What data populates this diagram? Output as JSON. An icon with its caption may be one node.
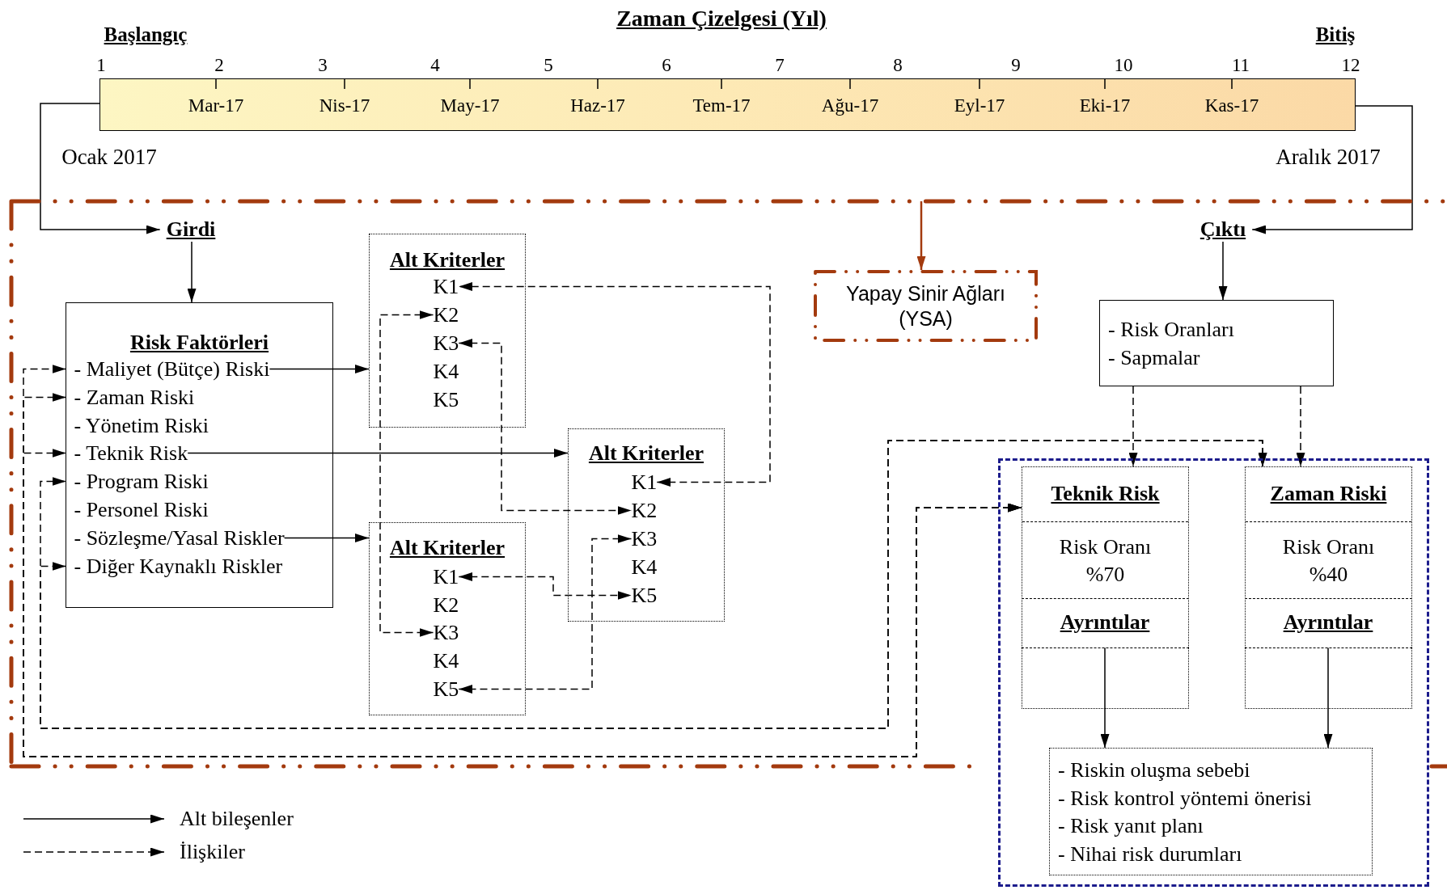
{
  "diagram": {
    "title": "Zaman Çizelgesi (Yıl)",
    "nodes": [
      {
        "text": [
          "Mar-17",
          "Nis-17",
          "May-17",
          "Haz-17",
          "Tem-17",
          "Ağu-17",
          "Eyl-17",
          "Eki-17",
          "Kas-17"
        ]
      },
      {
        "text": [],
        "shape": "box"
      },
      {
        "text": [
          "Girdi"
        ],
        "in": 1
      },
      {
        "text": [
          "Çıktı"
        ],
        "in": 1
      },
      {
        "text": [
          "Alt Kriterler"
        ],
        "in": 1
      },
      {
        "text": [
          "K1"
        ],
        "in": 4
      },
      {
        "text": [
          "K2"
        ],
        "in": 4
      },
      {
        "text": [
          "K3"
        ],
        "in": 4
      },
      {
        "text": [
          "K4"
        ],
        "in": 4
      },
      {
        "text": [
          "K5"
        ],
        "in": 4
      },
      {
        "text": [
          "Yapay Sinir Ağları (YSA)"
        ],
        "in": 1
      },
      {
        "text": [
          "Risk Faktörleri"
        ],
        "in": 1
      },
      {
        "text": [
          "- Maliyet (Bütçe) Riski"
        ],
        "in": 11
      },
      {
        "text": [
          "- Zaman Riski"
        ],
        "in": 11
      },
      {
        "text": [
          "- Yönetim Riski"
        ],
        "in": 11
      },
      {
        "text": [
          "- Teknik Risk"
        ],
        "in": 11
      },
      {
        "text": [
          "- Program Riski"
        ],
        "in": 11
      },
      {
        "text": [
          "- Personel Riski"
        ],
        "in": 11
      },
      {
        "text": [
          "- Sözleşme/Yasal Riskler"
        ],
        "in": 11
      },
      {
        "text": [
          "- Diğer Kaynaklı Riskler"
        ],
        "in": 11
      },
      {
        "text": [
          "- Risk Oranları",
          "- Sapmalar"
        ],
        "in": 1
      },
      {
        "text": [
          "Alt Kriterler"
        ],
        "in": 1
      },
      {
        "text": [
          "K1"
        ],
        "in": 21
      },
      {
        "text": [
          "K2"
        ],
        "in": 21
      },
      {
        "text": [
          "K3"
        ],
        "in": 21
      },
      {
        "text": [
          "K4"
        ],
        "in": 21
      },
      {
        "text": [
          "K5"
        ],
        "in": 21
      },
      {
        "text": [
          "Alt Kriterler"
        ],
        "in": 1
      },
      {
        "text": [
          "K1"
        ],
        "in": 27
      },
      {
        "text": [
          "K2"
        ],
        "in": 27
      },
      {
        "text": [
          "K3"
        ],
        "in": 27
      },
      {
        "text": [
          "K4"
        ],
        "in": 27
      },
      {
        "text": [
          "K5"
        ],
        "in": 27
      },
      {
        "text": [],
        "shape": "box"
      },
      {
        "text": [
          "Teknik Risk",
          "Risk Oranı %70"
        ]
      },
      {
        "text": [
          "Ayrıntılar"
        ],
        "in": 34
      },
      {
        "text": [
          "Zaman Riski",
          "Risk Oranı %40"
        ]
      },
      {
        "text": [
          "Ayrıntılar"
        ],
        "in": 36
      },
      {
        "text": [
          "- Riskin oluşma sebebi",
          "- Risk kontrol yöntemi önerisi",
          "- Risk yanıt planı",
          "- Nihai risk durumları"
        ],
        "in": 33
      }
    ],
    "edges": [
      {
        "from": 0,
        "to": 2,
        "arrow": "to"
      },
      {
        "from": 0,
        "to": 3,
        "arrow": "to"
      },
      {
        "from": 1,
        "to": 10,
        "arrow": "to",
        "color": "#a33a0e"
      },
      {
        "from": 2,
        "to": 11,
        "arrow": "to"
      },
      {
        "from": 3,
        "to": 20,
        "arrow": "to"
      },
      {
        "from": 12,
        "to": 4,
        "arrow": "to"
      },
      {
        "from": 15,
        "to": 21,
        "arrow": "to"
      },
      {
        "from": 18,
        "to": 27,
        "arrow": "to"
      },
      {
        "from": 22,
        "to": 5,
        "arrow": "both",
        "style": "dashed"
      },
      {
        "from": 7,
        "to": 23,
        "arrow": "both",
        "style": "dashed"
      },
      {
        "from": 6,
        "to": 30,
        "arrow": "both",
        "style": "dashed"
      },
      {
        "from": 28,
        "to": 26,
        "arrow": "both",
        "style": "dashed"
      },
      {
        "from": 24,
        "to": 32,
        "arrow": "both",
        "style": "dashed"
      },
      {
        "from": 20,
        "to": 34,
        "arrow": "to",
        "style": "dashed"
      },
      {
        "from": 20,
        "to": 36,
        "arrow": "to",
        "style": "dashed"
      },
      {
        "from": 34,
        "to": 12,
        "arrow": "both",
        "style": "dashed"
      },
      {
        "from": 34,
        "to": 13,
        "arrow": "both",
        "style": "dashed"
      },
      {
        "from": 34,
        "to": 15,
        "arrow": "both",
        "style": "dashed"
      },
      {
        "from": 36,
        "to": 16,
        "arrow": "both",
        "style": "dashed"
      },
      {
        "from": 36,
        "to": 19,
        "arrow": "both",
        "style": "dashed"
      },
      {
        "from": 35,
        "to": 38,
        "arrow": "to"
      },
      {
        "from": 37,
        "to": 38,
        "arrow": "to"
      }
    ],
    "labels": [
      "Başlangıç",
      "Bitiş",
      "1",
      "2",
      "3",
      "4",
      "5",
      "6",
      "7",
      "8",
      "9",
      "10",
      "11",
      "12",
      "Ocak 2017",
      "Aralık 2017"
    ],
    "legend": [
      {
        "text": "Alt bileşenler"
      },
      {
        "text": "İlişkiler"
      }
    ]
  }
}
